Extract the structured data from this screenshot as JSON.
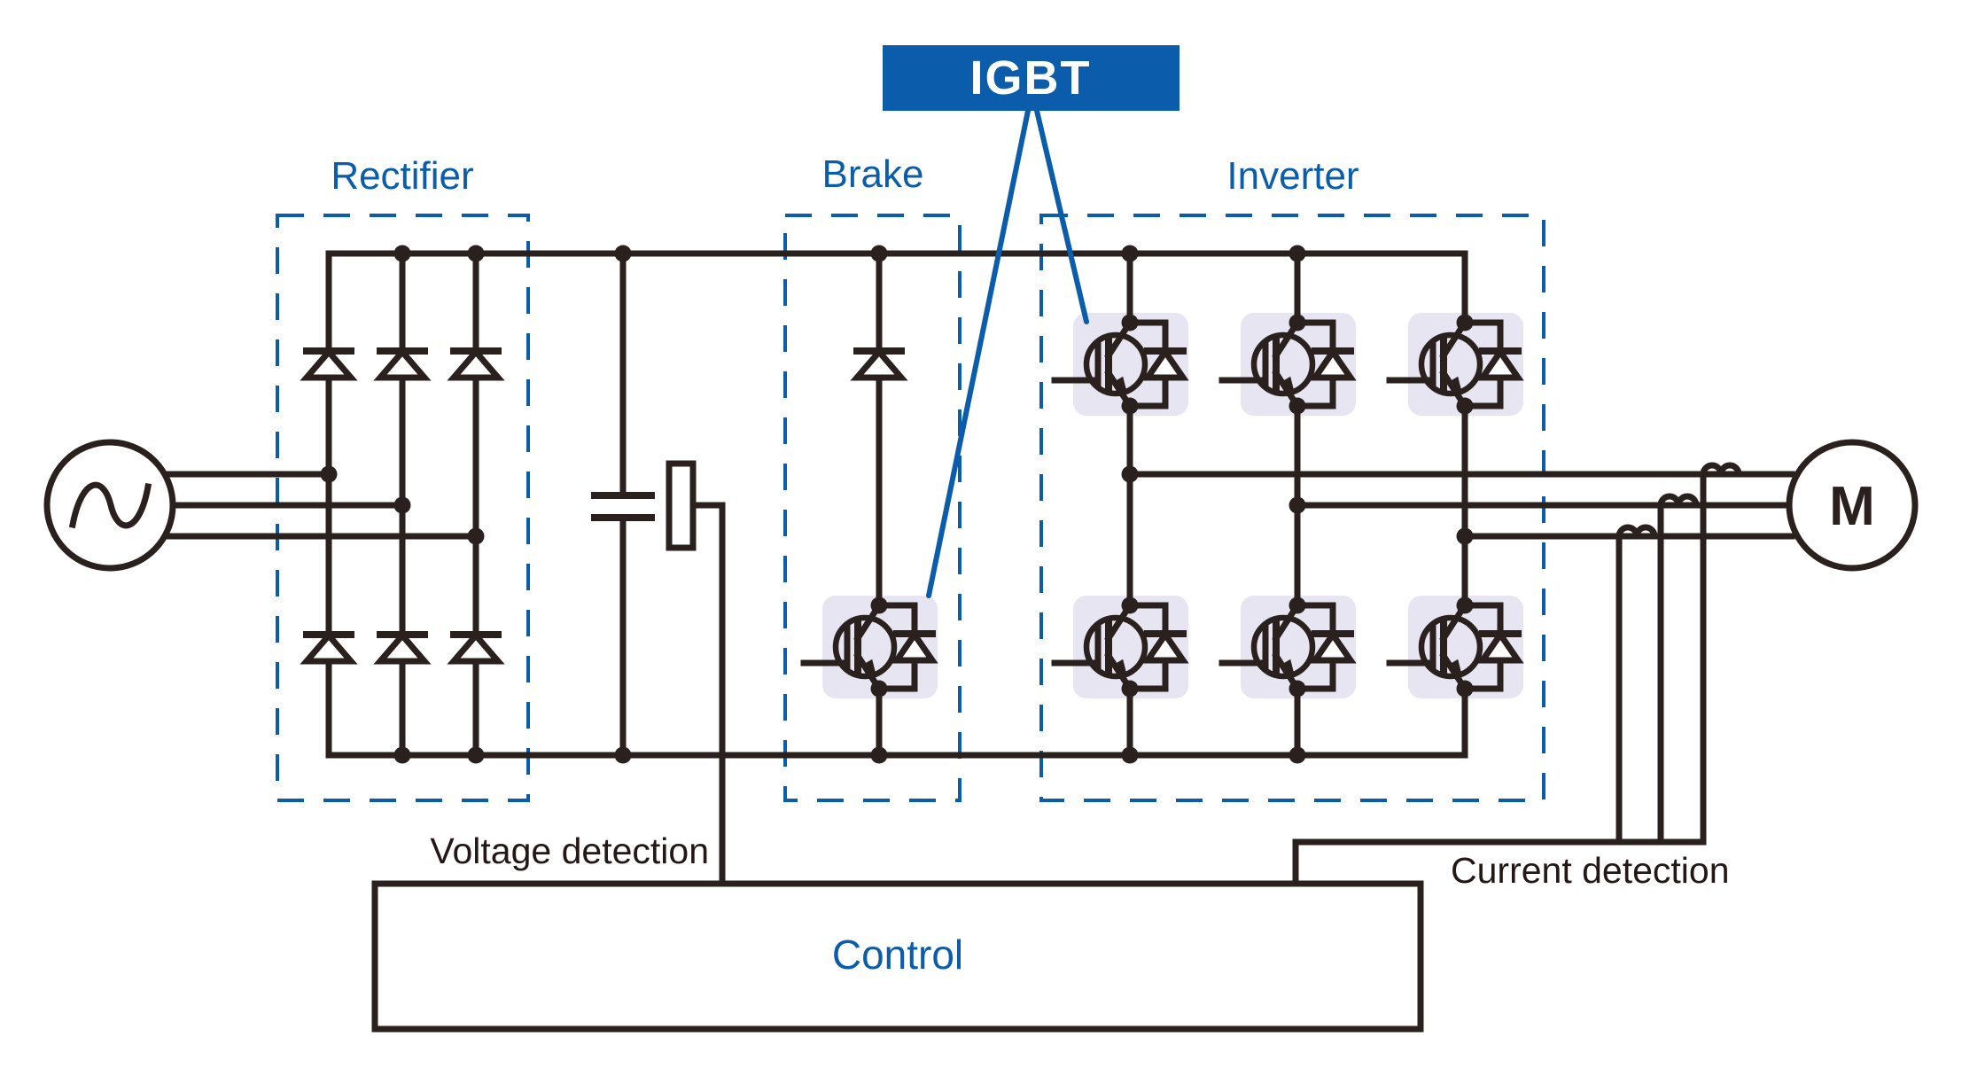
{
  "colors": {
    "paper": "#ffffff",
    "wire": "#2a211e",
    "blue": "#0b5dab",
    "lavender": "#e7e5f2",
    "ink": "#231815"
  },
  "diagram": {
    "callout": {
      "label": "IGBT"
    },
    "sections": {
      "rectifier": "Rectifier",
      "brake": "Brake",
      "inverter": "Inverter"
    },
    "control_label": "Control",
    "annotations": {
      "voltage": "Voltage detection",
      "current": "Current detection"
    },
    "motor_label": "M",
    "icons": {
      "ac_source": "sine-wave-in-circle",
      "motor": "letter-m-in-circle",
      "igbt_module": "igbt-transistor-with-freewheel-diode",
      "diode": "upward-diode",
      "capacitor": "dc-bus-capacitor",
      "voltage_sensor": "resistor-rectangle",
      "current_sensor": "coil-humps"
    }
  }
}
